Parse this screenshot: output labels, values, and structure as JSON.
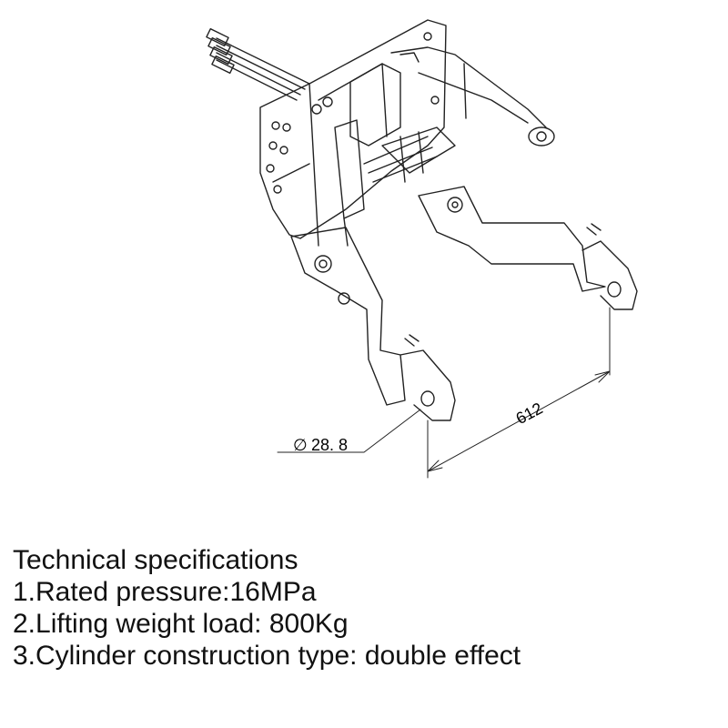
{
  "drawing": {
    "dimensions": {
      "diameter": "28. 8",
      "width": "612"
    }
  },
  "specs": {
    "heading": "Technical specifications",
    "items": [
      "1.Rated pressure:16MPa",
      "2.Lifting weight load: 800Kg",
      "3.Cylinder construction type:  double effect"
    ]
  }
}
